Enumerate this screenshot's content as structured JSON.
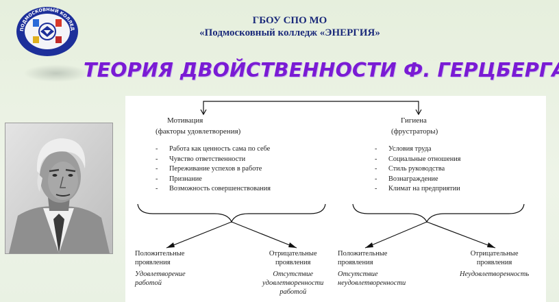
{
  "header": {
    "org_line1": "ГБОУ СПО МО",
    "org_line2": "«Подмосковный колледж «ЭНЕРГИЯ»",
    "logo_ring_text": "ПОДМОСКОВНЫЙ КОЛЛЕДЖ ЭНЕРГИЯ"
  },
  "title": "ТЕОРИЯ ДВОЙСТВЕННОСТИ Ф. ГЕРЦБЕРГА",
  "diagram": {
    "motivation": {
      "title": "Мотивация",
      "subtitle": "(факторы удовлетворения)",
      "items": [
        "Работа как ценность сама по себе",
        "Чувство ответственности",
        "Переживание успехов в работе",
        "Признание",
        "Возможность совершенствования"
      ]
    },
    "hygiene": {
      "title": "Гигиена",
      "subtitle": "(фрустраторы)",
      "items": [
        "Условия труда",
        "Социальные отношения",
        "Стиль руководства",
        "Вознаграждение",
        "Климат на предприятии"
      ]
    },
    "outcomes": [
      {
        "head1": "Положительные",
        "head2": "проявления",
        "value1": "Удовлетворение",
        "value2": "работой",
        "value3": ""
      },
      {
        "head1": "Отрицательные",
        "head2": "проявления",
        "value1": "Отсутствие",
        "value2": "удовлетворенности",
        "value3": "работой"
      },
      {
        "head1": "Положительные",
        "head2": "проявления",
        "value1": "Отсутствие",
        "value2": "неудовлетворенности",
        "value3": ""
      },
      {
        "head1": "Отрицательные",
        "head2": "проявления",
        "value1": "Неудовлетворенность",
        "value2": "",
        "value3": ""
      }
    ],
    "bullet": "-"
  },
  "colors": {
    "title": "#7a1bd4",
    "org_text": "#1b2a7a",
    "background": "#e8f0e0",
    "logo_ring": "#1d2f9a"
  },
  "icons": [
    "college-logo",
    "herzberg-portrait"
  ]
}
